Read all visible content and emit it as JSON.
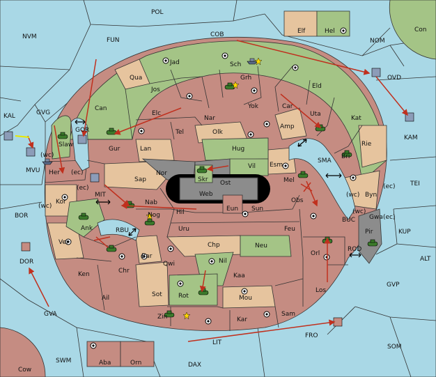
{
  "colors": {
    "sea": "#a9d8e6",
    "power_green": "#a4c486",
    "power_tan": "#e6c49e",
    "power_red": "#c58c82",
    "neutral_grey": "#8c8c8c",
    "order_arrow": "#c0301e",
    "support_arrow": "#e8e800"
  },
  "icons": {
    "army": "tank-icon",
    "fleet": "ship-icon",
    "supply_center": "target-dot-icon",
    "convoy": "star-icon"
  },
  "labels": {
    "sea": {
      "POL": "POL",
      "NVM": "NVM",
      "FUN": "FUN",
      "COB": "COB",
      "NOM": "NOM",
      "OVD": "OVD",
      "KAM": "KAM",
      "TEI": "TEI",
      "KUP": "KUP",
      "ALT": "ALT",
      "GVP": "GVP",
      "SOM": "SOM",
      "FRO": "FRO",
      "LIT": "LIT",
      "DAX": "DAX",
      "SWM": "SWM",
      "GVA": "GVA",
      "DOR": "DOR",
      "BOR": "BOR",
      "MVU": "MVU",
      "KAL": "KAL",
      "GVG": "GVG",
      "GOR": "GOR",
      "MIT": "MIT",
      "RBU": "RBU",
      "SMA": "SMA",
      "BUC": "BUC",
      "ROD": "ROD"
    },
    "land": {
      "Elf": "Elf",
      "Hel": "Hel",
      "Con": "Con",
      "Jad": "Jad",
      "Sch": "Sch",
      "Qua": "Qua",
      "Jos": "Jos",
      "Grh": "Grh",
      "Eld": "Eld",
      "Can": "Can",
      "Elc": "Elc",
      "Nar": "Nar",
      "Yok": "Yok",
      "Car": "Car",
      "Uta": "Uta",
      "Kat": "Kat",
      "Tel": "Tel",
      "Olk": "Olk",
      "Amp": "Amp",
      "Gur": "Gur",
      "Lan": "Lan",
      "Hug": "Hug",
      "Rie": "Rie",
      "Bri": "Bri",
      "Slaw": "Slaw",
      "Her": "Her",
      "Nor": "Nor",
      "Skr": "Skr",
      "Vil": "Vil",
      "Esm": "Esm",
      "Sap": "Sap",
      "Ost": "Ost",
      "Web": "Web",
      "Mel": "Mel",
      "Byn": "Byn",
      "Kor": "Kor",
      "Nab": "Nab",
      "Eun": "Eun",
      "Sun": "Sun",
      "Obs": "Obs",
      "Gwa": "Gwa",
      "Ank": "Ank",
      "Hil": "Hil",
      "Nog": "Nog",
      "Pir": "Pir",
      "Uru": "Uru",
      "Feu": "Feu",
      "Ver": "Ver",
      "Chp": "Chp",
      "Neu": "Neu",
      "Bar": "Bar",
      "Qwi": "Qwi",
      "Orl": "Orl",
      "Ken": "Ken",
      "Chr": "Chr",
      "Nil": "Nil",
      "Kaa": "Kaa",
      "Ail": "Ail",
      "Sot": "Sot",
      "Rot": "Rot",
      "Los": "Los",
      "Mou": "Mou",
      "Sam": "Sam",
      "Zin": "Zin",
      "Kar": "Kar",
      "Cow": "Cow",
      "Aba": "Aba",
      "Orn": "Orn"
    },
    "coasts": {
      "wc_mvu": "(wc)",
      "ec_her": "(ec)",
      "ec_mit": "(ec)",
      "wc_kor": "(wc)",
      "wc_byn": "(wc)",
      "ec_byn": "(ec)",
      "wc_gwa": "(wc)",
      "ec_gwa": "(ec)"
    }
  }
}
